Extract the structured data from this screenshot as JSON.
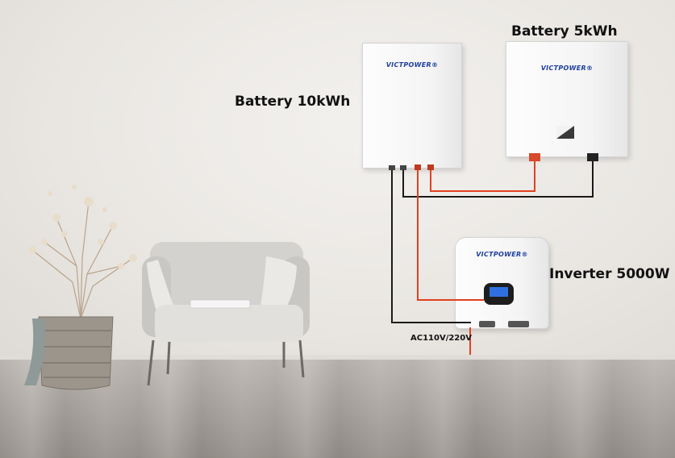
{
  "labels": {
    "battery_10": "Battery 10kWh",
    "battery_5": "Battery 5kWh",
    "inverter": "Inverter 5000W",
    "ac": "AC110V/220V"
  },
  "brand": "VICTPOWER®",
  "colors": {
    "positive_cable": "#e2401f",
    "negative_cable": "#1a1a1a",
    "brand_blue": "#1f3f9e"
  }
}
